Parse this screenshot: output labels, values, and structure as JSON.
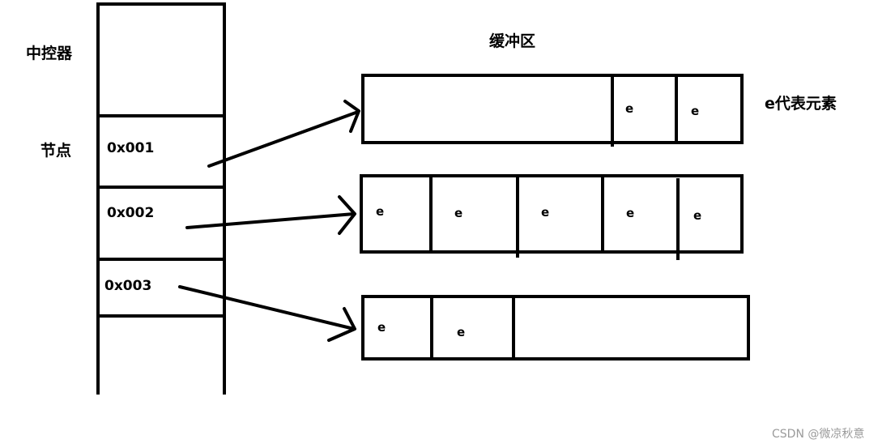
{
  "controller": {
    "label": "中控器"
  },
  "node_group": {
    "label": "节点"
  },
  "nodes": [
    {
      "address": "0x001"
    },
    {
      "address": "0x002"
    },
    {
      "address": "0x003"
    }
  ],
  "buffer_area": {
    "title": "缓冲区"
  },
  "buffers": [
    {
      "elements": [
        "e",
        "e"
      ]
    },
    {
      "elements": [
        "e",
        "e",
        "e",
        "e",
        "e"
      ]
    },
    {
      "elements": [
        "e",
        "e"
      ]
    }
  ],
  "legend": {
    "text": "e代表元素"
  },
  "watermark": {
    "text": "CSDN @微凉秋意"
  },
  "colors": {
    "stroke": "#000000",
    "background": "#ffffff",
    "watermark": "#9a9a9a"
  }
}
